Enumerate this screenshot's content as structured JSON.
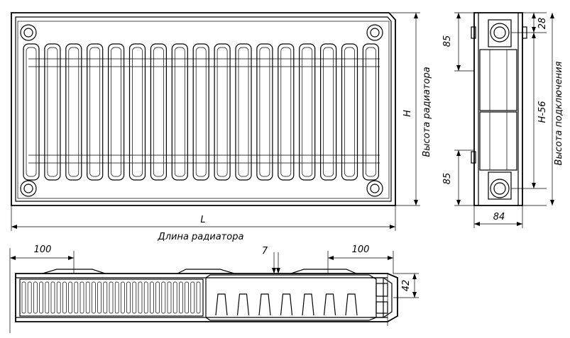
{
  "labels": {
    "height_letter": "H",
    "height_caption": "Высота радиатора",
    "length_letter": "L",
    "length_caption": "Длина радиатора",
    "connection_height": "H-56",
    "connection_caption": "Высота подключения",
    "top_offset": "28",
    "upper_pipe": "85",
    "lower_pipe": "85",
    "depth": "84",
    "left_offset": "100",
    "right_offset": "100",
    "gap": "7",
    "panel_depth": "42"
  }
}
